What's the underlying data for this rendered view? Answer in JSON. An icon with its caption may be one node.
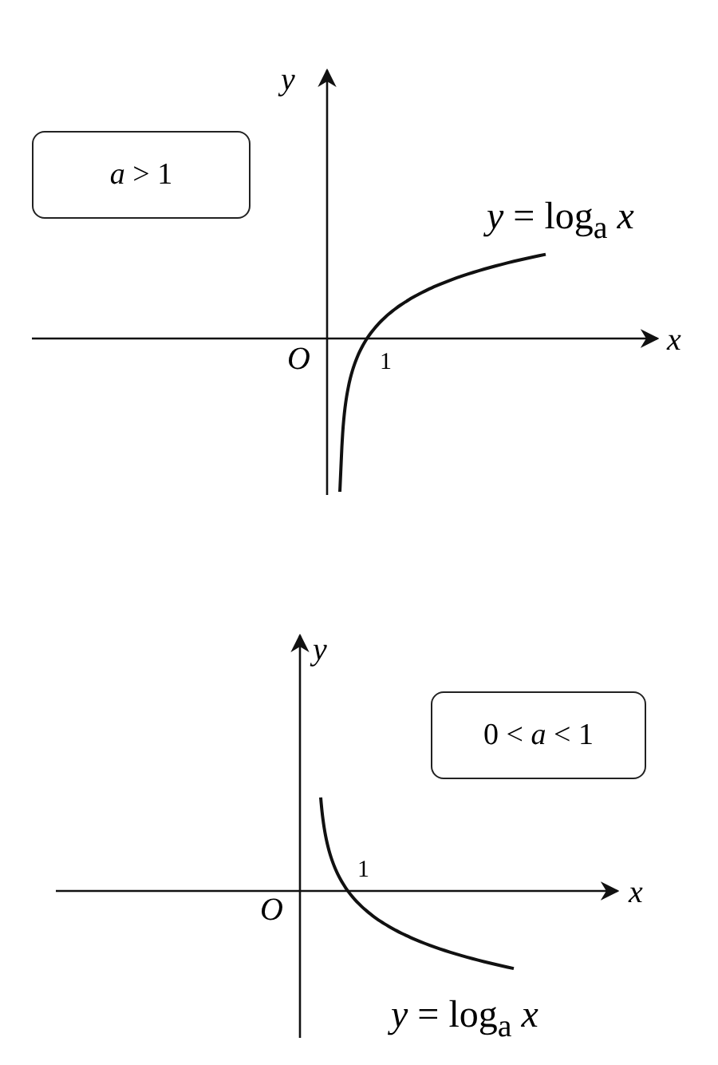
{
  "diagram": {
    "nodes": [
      {
        "text": [
          "*a* > 1"
        ]
      },
      {
        "text": [
          "0 < *a* < 1"
        ]
      }
    ],
    "edges": [],
    "labels": [
      "*y*",
      "*y* = log$_{a}$ *x*",
      "*O*",
      "1",
      "*x*",
      "*y*",
      "1",
      "*O*",
      "*x*",
      "*y* = log$_{a}$ *x*"
    ]
  }
}
